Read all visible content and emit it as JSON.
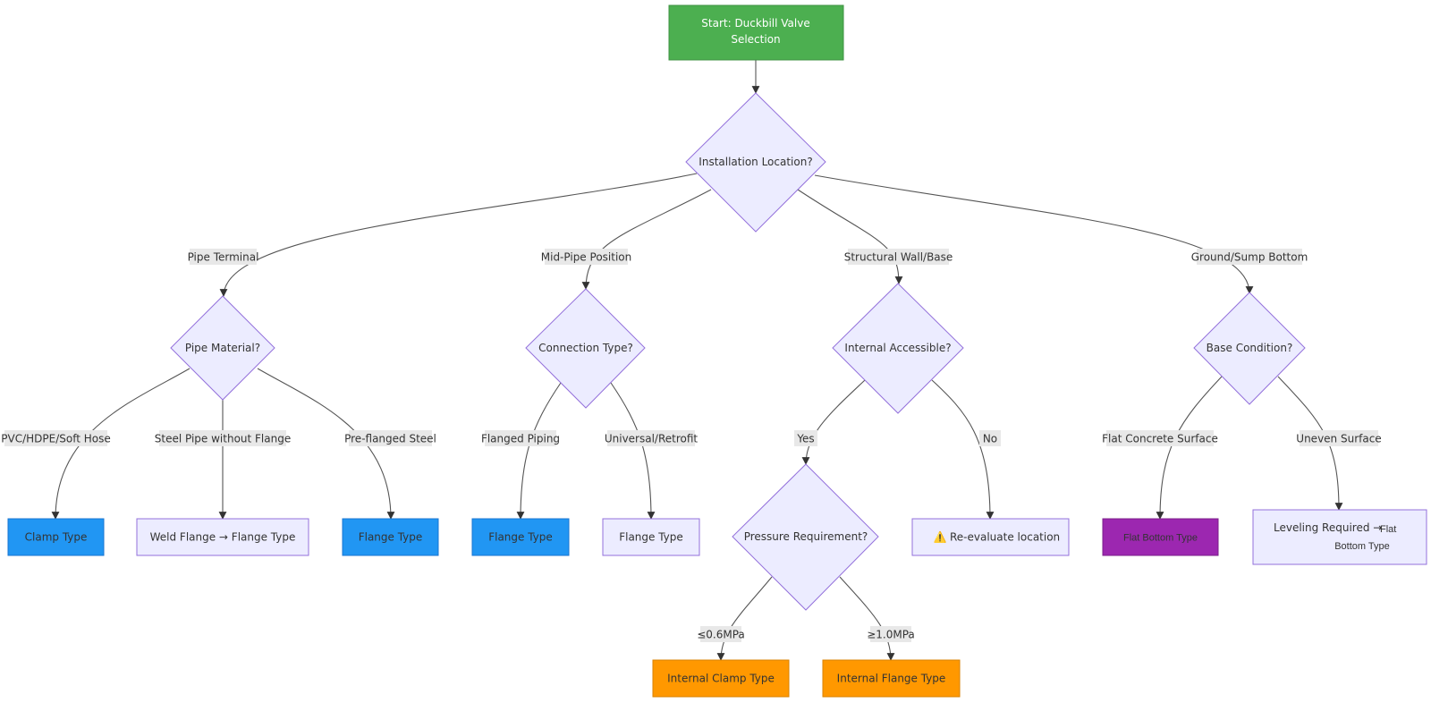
{
  "diagram": {
    "start": {
      "label_line1": "Start: Duckbill Valve",
      "label_line2": "Selection"
    },
    "decisions": {
      "installation_location": "Installation Location?",
      "pipe_material": "Pipe Material?",
      "connection_type": "Connection Type?",
      "internal_accessible": "Internal Accessible?",
      "base_condition": "Base Condition?",
      "pressure_requirement": "Pressure Requirement?"
    },
    "edge_labels": {
      "pipe_terminal": "Pipe Terminal",
      "mid_pipe_position": "Mid-Pipe Position",
      "structural_wall_base": "Structural Wall/Base",
      "ground_sump_bottom": "Ground/Sump Bottom",
      "pvc_hdpe_soft_hose": "PVC/HDPE/Soft Hose",
      "steel_pipe_without_flange": "Steel Pipe without Flange",
      "pre_flanged_steel": "Pre-flanged Steel",
      "flanged_piping": "Flanged Piping",
      "universal_retrofit": "Universal/Retrofit",
      "yes": "Yes",
      "no": "No",
      "flat_concrete_surface": "Flat Concrete Surface",
      "uneven_surface": "Uneven Surface",
      "low_pressure": "≤0.6MPa",
      "high_pressure": "≥1.0MPa"
    },
    "results": {
      "clamp_type": "Clamp Type",
      "weld_flange": "Weld Flange → Flange Type",
      "flange_type_1": "Flange Type",
      "flange_type_2": "Flange Type",
      "flange_type_3": "Flange Type",
      "reevaluate_icon": "⚠️",
      "reevaluate": "Re-evaluate location",
      "flat_bottom_type": "Flat Bottom Type",
      "leveling_required_line1": "Leveling Required →",
      "leveling_required_line1b": "Flat",
      "leveling_required_line2": "Bottom Type",
      "internal_clamp_type": "Internal Clamp Type",
      "internal_flange_type": "Internal Flange Type"
    },
    "colors": {
      "start": "#4caf50",
      "decision": "#ececff",
      "decision_border": "#9370db",
      "neutral_result": "#ececff",
      "blue_result": "#2196f3",
      "purple_result": "#9c27b0",
      "orange_result": "#ff9800",
      "edge": "#555555",
      "edge_label_bg": "#e8e8e8"
    }
  }
}
